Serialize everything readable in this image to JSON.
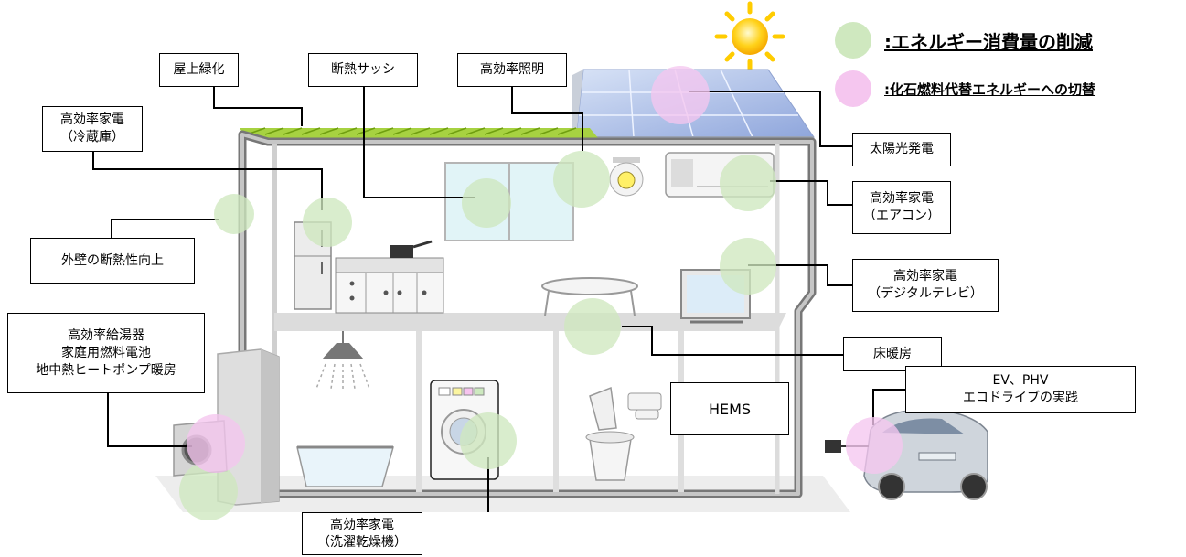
{
  "legend": [
    {
      "label": ":エネルギー消費量の削減",
      "color": "#cfe8bf"
    },
    {
      "label": ":化石燃料代替エネルギーへの切替",
      "color": "#f5c6ef"
    }
  ],
  "labels": {
    "rooftop": "屋上緑化",
    "sash": "断熱サッシ",
    "lighting": "高効率照明",
    "fridge": [
      "高効率家電",
      "（冷蔵庫）"
    ],
    "wall": "外壁の断熱性向上",
    "heater": [
      "高効率給湯器",
      "家庭用燃料電池",
      "地中熱ヒートポンプ暖房"
    ],
    "solar": "太陽光発電",
    "aircon": [
      "高効率家電",
      "（エアコン）"
    ],
    "tv": [
      "高効率家電",
      "（デジタルテレビ）"
    ],
    "floor": "床暖房",
    "ev": [
      "EV、PHV",
      "エコドライブの実践"
    ],
    "hems": "HEMS",
    "washer": [
      "高効率家電",
      "（洗濯乾燥機）"
    ]
  }
}
